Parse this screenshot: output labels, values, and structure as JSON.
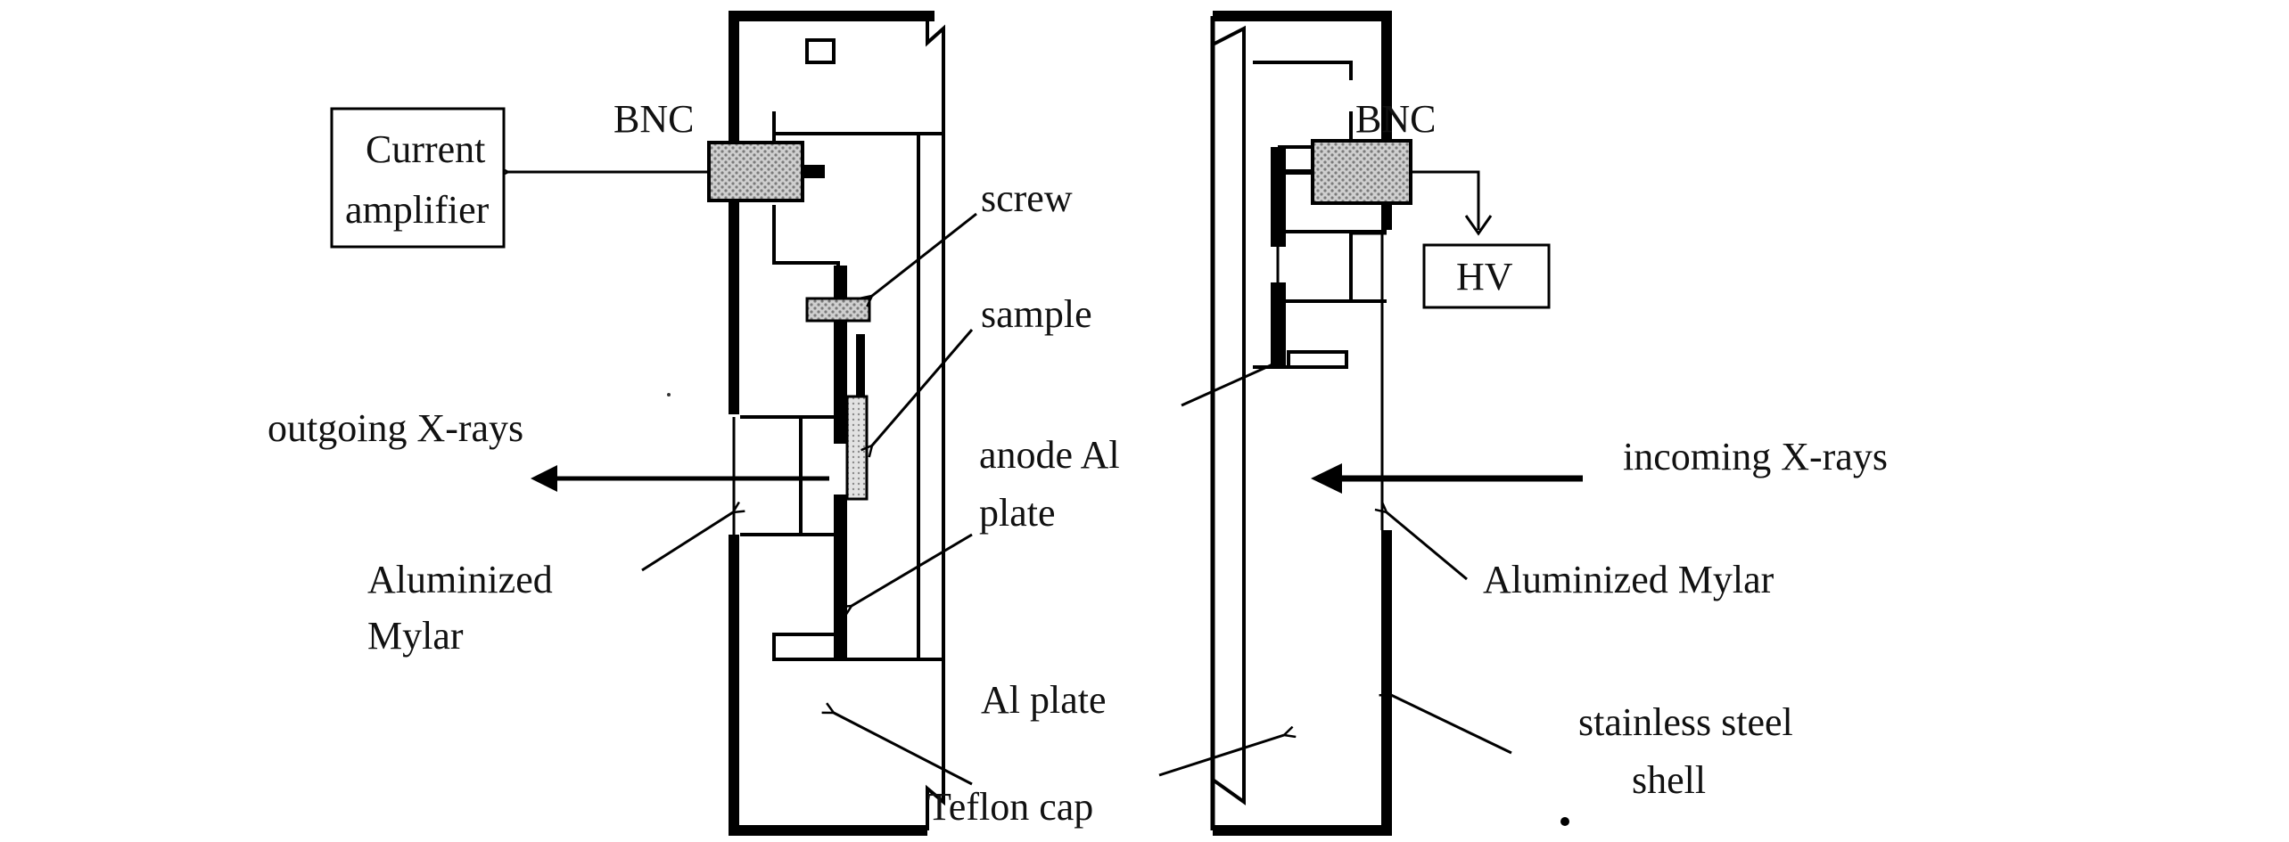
{
  "diagram": {
    "left_cell": {
      "bnc_label": "BNC",
      "amplifier_label_line1": "Current",
      "amplifier_label_line2": "amplifier",
      "screw_label": "screw",
      "sample_label": "sample",
      "outgoing_label": "outgoing X-rays",
      "mylar_label_line1": "Aluminized",
      "mylar_label_line2": "Mylar",
      "al_plate_label": "Al plate"
    },
    "right_cell": {
      "bnc_label": "BNC",
      "hv_label": "HV",
      "anode_label_line1": "anode Al",
      "anode_label_line2": "plate",
      "incoming_label": "incoming X-rays",
      "mylar_label": "Aluminized Mylar",
      "shell_label_line1": "stainless steel",
      "shell_label_line2": "shell"
    },
    "shared": {
      "teflon_label": "Teflon cap"
    },
    "colors": {
      "line": "#000000",
      "hatch_fill": "#bdbdbd",
      "background": "#ffffff"
    }
  }
}
